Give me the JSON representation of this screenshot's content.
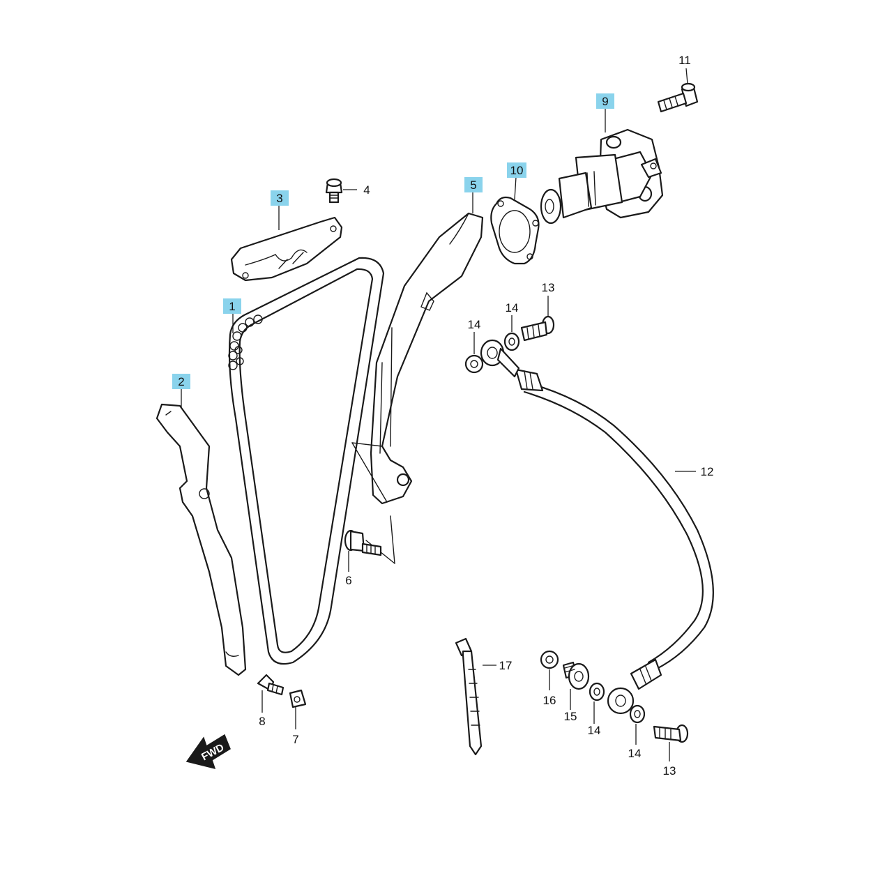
{
  "colors": {
    "highlight": "#8ad3ec",
    "line": "#1a1a1a",
    "background": "#ffffff"
  },
  "labels": {
    "p1": "1",
    "p2": "2",
    "p3": "3",
    "p4": "4",
    "p5": "5",
    "p6": "6",
    "p7": "7",
    "p8": "8",
    "p9": "9",
    "p10": "10",
    "p11": "11",
    "p12": "12",
    "p13a": "13",
    "p13b": "13",
    "p14a": "14",
    "p14b": "14",
    "p14c": "14",
    "p14d": "14",
    "p15": "15",
    "p16": "16",
    "p17": "17"
  },
  "fwd_arrow": {
    "text": "FWD",
    "icon": "fwd-arrow-icon"
  }
}
